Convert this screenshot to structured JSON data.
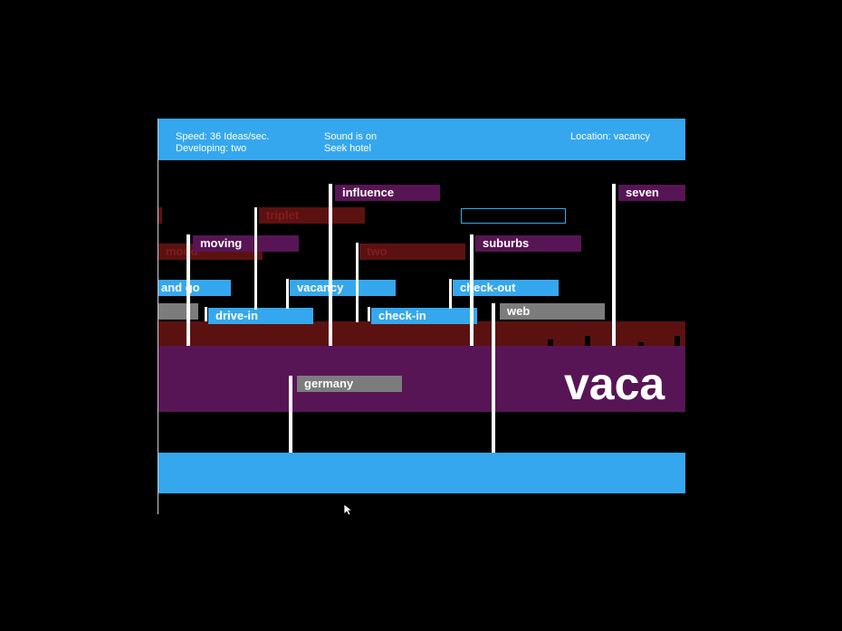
{
  "hud": {
    "speed": "Speed: 36 Ideas/sec.",
    "developing": "Developing: two",
    "sound": "Sound is on",
    "seek": "Seek hotel",
    "location": "Location: vacancy"
  },
  "words": {
    "influence": "influence",
    "triplet": "triplet",
    "seven": "seven",
    "moving": "moving",
    "mood": "mood",
    "two": "two",
    "suburbs": "suburbs",
    "and_go": "and go",
    "vacancy": "vacancy",
    "check_out": "check-out",
    "drive_in": "drive-in",
    "check_in": "check-in",
    "web": "web",
    "germany": "germany"
  },
  "big_word": "vaca",
  "colors": {
    "blue": "#35a7ee",
    "purple": "#581555",
    "maroon": "#5c1111",
    "gray": "#7c7c7c"
  }
}
